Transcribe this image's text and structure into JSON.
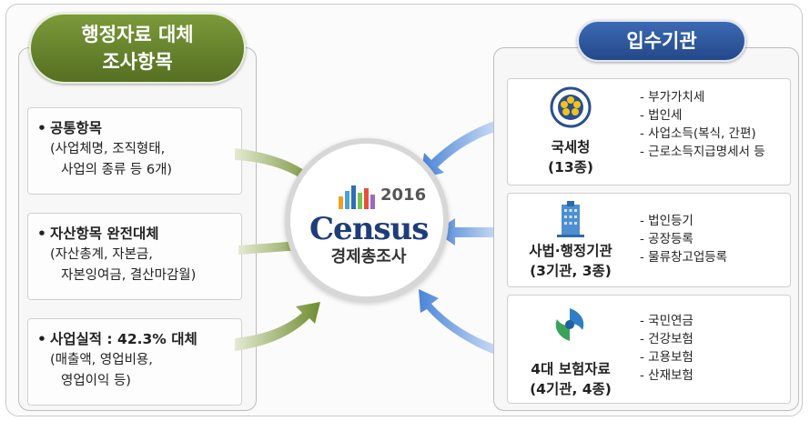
{
  "left": {
    "header": [
      "행정자료 대체",
      "조사항목"
    ],
    "items": [
      {
        "title": "공통항목",
        "details": [
          "(사업체명, 조직형태,",
          "사업의 종류 등 6개)"
        ]
      },
      {
        "title": "자산항목 완전대체",
        "details": [
          "(자산총계, 자본금,",
          "자본잉여금, 결산마감월)"
        ]
      },
      {
        "title": "사업실적 : 42.3% 대체",
        "details": [
          "(매출액, 영업비용,",
          "영업이익 등)"
        ]
      }
    ],
    "bullet": "•"
  },
  "center": {
    "year": "2016",
    "logo_word": "Census",
    "subtitle": "경제총조사"
  },
  "right": {
    "header": "입수기관",
    "agencies": [
      {
        "name": "국세청",
        "count": "(13종)",
        "icon": "tax-office-seal-icon",
        "items": [
          "- 부가가치세",
          "- 법인세",
          "- 사업소득(복식, 간편)",
          "- 근로소득지급명세서 등"
        ]
      },
      {
        "name": "사법·행정기관",
        "count": "(3기관, 3종)",
        "icon": "government-building-icon",
        "items": [
          "- 법인등기",
          "- 공장등록",
          "- 물류창고업등록"
        ]
      },
      {
        "name": "4대 보험자료",
        "count": "(4기관, 4종)",
        "icon": "insurance-logo-icon",
        "items": [
          "- 국민연금",
          "- 건강보험",
          "- 고용보험",
          "- 산재보험"
        ]
      }
    ]
  },
  "colors": {
    "left_header": "#6b8a2e",
    "right_header": "#2f5aa0",
    "census_text": "#1f3d7a"
  }
}
